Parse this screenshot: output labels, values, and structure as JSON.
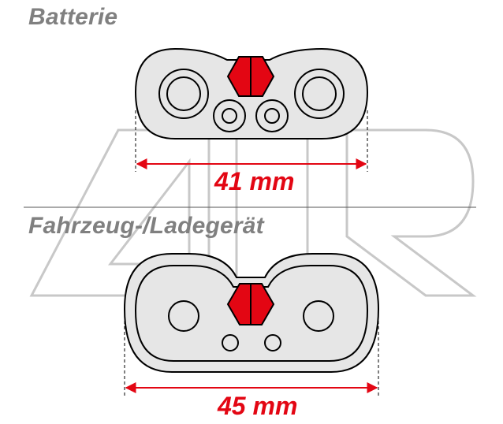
{
  "sections": {
    "battery": {
      "heading": "Batterie",
      "dimension": "41 mm"
    },
    "vehicle": {
      "heading": "Fahrzeug-/Ladegerät",
      "dimension": "45 mm"
    }
  },
  "colors": {
    "accent_red": "#e30613",
    "heading_gray": "#808080",
    "connector_fill": "#e6e6e6",
    "outline": "#000000",
    "watermark": "#cfcfcf"
  }
}
